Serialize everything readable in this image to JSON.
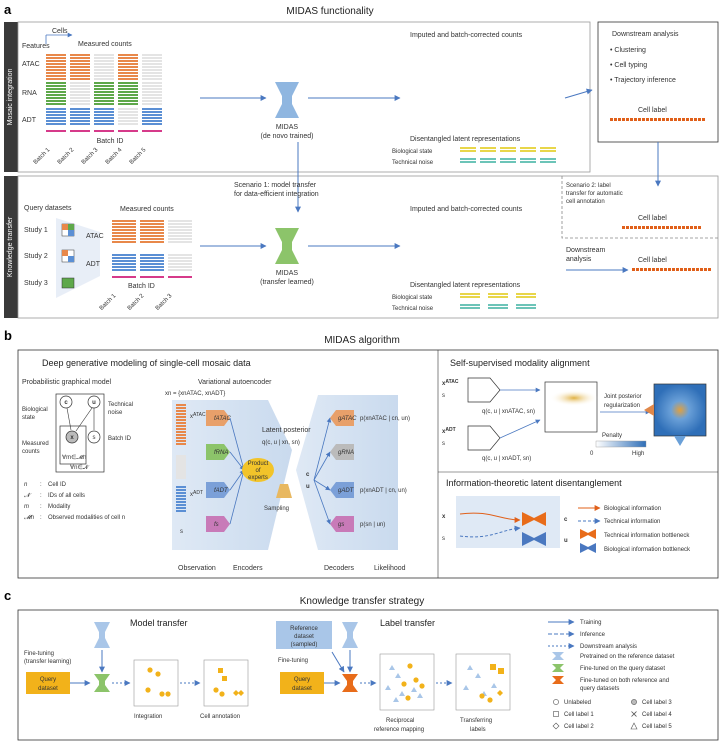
{
  "panel_a": {
    "label": "a",
    "title": "MIDAS functionality",
    "side_top": "Mosaic integration",
    "side_bottom": "Knowledge transfer",
    "cells": "Cells",
    "features": "Features",
    "measured_counts": "Measured counts",
    "rows": [
      "ATAC",
      "RNA",
      "ADT"
    ],
    "batch_id": "Batch ID",
    "batches": [
      "Batch 1",
      "Batch 2",
      "Batch 3",
      "Batch 4",
      "Batch 5"
    ],
    "midas_top": "MIDAS",
    "midas_top_sub": "(de novo trained)",
    "imputed": "Imputed and batch-corrected counts",
    "disentangled": "Disentangled latent representations",
    "bio_state": "Biological state",
    "tech_noise": "Technical noise",
    "downstream_title": "Downstream analysis",
    "downstream_items": [
      "Clustering",
      "Cell typing",
      "Trajectory inference"
    ],
    "cell_label": "Cell label",
    "scenario1_line1": "Scenario 1: model transfer",
    "scenario1_line2": "for data-efficient integration",
    "scenario2_line1": "Scenario 2: label",
    "scenario2_line2": "transfer for automatic",
    "scenario2_line3": "cell annotation",
    "query_datasets": "Query datasets",
    "studies": [
      "Study 1",
      "Study 2",
      "Study 3"
    ],
    "kt_rows": [
      "ATAC",
      "ADT"
    ],
    "kt_batches": [
      "Batch 1",
      "Batch 2",
      "Batch 3"
    ],
    "midas_bottom": "MIDAS",
    "midas_bottom_sub": "(transfer learned)",
    "downstream_analysis_line1": "Downstream",
    "downstream_analysis_line2": "analysis"
  },
  "panel_b": {
    "label": "b",
    "title": "MIDAS algorithm",
    "deep_gen": "Deep generative modeling of single-cell mosaic data",
    "pgm": "Probabilistic graphical model",
    "vae": "Variational autoencoder",
    "bio_state_l1": "Biological",
    "bio_state_l2": "state",
    "tech_noise_l1": "Technical",
    "tech_noise_l2": "noise",
    "measured_l1": "Measured",
    "measured_l2": "counts",
    "batch_id": "Batch ID",
    "c_n": "c",
    "u_n": "u",
    "x_m": "x",
    "s_n": "s",
    "forall_m": "∀m∈𝓜n",
    "forall_n": "∀n∈𝓝",
    "legend": [
      {
        "sym": "n",
        "desc": "Cell ID"
      },
      {
        "sym": "𝓝",
        "desc": "IDs of all cells"
      },
      {
        "sym": "m",
        "desc": "Modality"
      },
      {
        "sym": "𝓜n",
        "desc": "Observed modalities of cell n"
      }
    ],
    "xn_set": "xn = {xnATAC, xnADT}",
    "enc_labels": [
      "fATAC",
      "fRNA",
      "fADT",
      "fs"
    ],
    "dec_labels": [
      "gATAC",
      "gRNA",
      "gADT",
      "gs"
    ],
    "product_l1": "Product",
    "product_l2": "of",
    "product_l3": "experts",
    "latent_posterior": "Latent posterior",
    "q_expr": "q(c, u | xn, sn)",
    "sampling": "Sampling",
    "observation": "Observation",
    "encoders": "Encoders",
    "decoders": "Decoders",
    "likelihood": "Likelihood",
    "lik_items": [
      "p(xnATAC | cn, un)",
      "p(xnADT | cn, un)",
      "p(sn | un)"
    ],
    "ssma_title": "Self-supervised modality alignment",
    "q_atac": "q(c, u | xnATAC, sn)",
    "q_adt": "q(c, u | xnADT, sn)",
    "joint_l1": "Joint posterior",
    "joint_l2": "regularization",
    "penalty": "Penalty",
    "penalty_low": "0",
    "penalty_high": "High",
    "itld_title": "Information-theoretic latent disentanglement",
    "info_legend": [
      "Biological information",
      "Technical information",
      "Technical information bottleneck",
      "Biological information bottleneck"
    ]
  },
  "panel_c": {
    "label": "c",
    "title": "Knowledge transfer strategy",
    "model_transfer": "Model transfer",
    "label_transfer": "Label transfer",
    "finetune_l1": "Fine-tuning",
    "finetune_l2": "(transfer learning)",
    "finetune_short": "Fine-tuning",
    "query_l1": "Query",
    "query_l2": "dataset",
    "ref_l1": "Reference",
    "ref_l2": "dataset",
    "ref_l3": "(sampled)",
    "integration": "Integration",
    "cell_annotation": "Cell annotation",
    "recip_l1": "Reciprocal",
    "recip_l2": "reference mapping",
    "transfer_l1": "Transferring",
    "transfer_l2": "labels",
    "legend_lines": [
      "Training",
      "Inference",
      "Downstream analysis"
    ],
    "legend_models": [
      "Pretrained on the reference dataset",
      "Fine-tuned on the query dataset",
      "Fine-tuned on both reference and",
      "query datasets"
    ],
    "cell_labels": [
      "Unlabeled",
      "Cell label 3",
      "Cell label 1",
      "Cell label 4",
      "Cell label 2",
      "Cell label 5"
    ]
  },
  "colors": {
    "atac": "#e8884a",
    "rna": "#5ea84a",
    "adt": "#5b8fd4",
    "batch": "#d63a8a",
    "midas_blue": "#8fb6e0",
    "midas_green": "#8cc46a",
    "midas_orange": "#e86c1a",
    "query_yellow": "#f2b21a",
    "ref_blue": "#a9c6e8",
    "bio_yellow": "#e8d64a",
    "tech_teal": "#6cc4b8",
    "side_bar": "#3a3a3a",
    "arrow": "#4a78c0",
    "label_orange": "#e0601a"
  }
}
